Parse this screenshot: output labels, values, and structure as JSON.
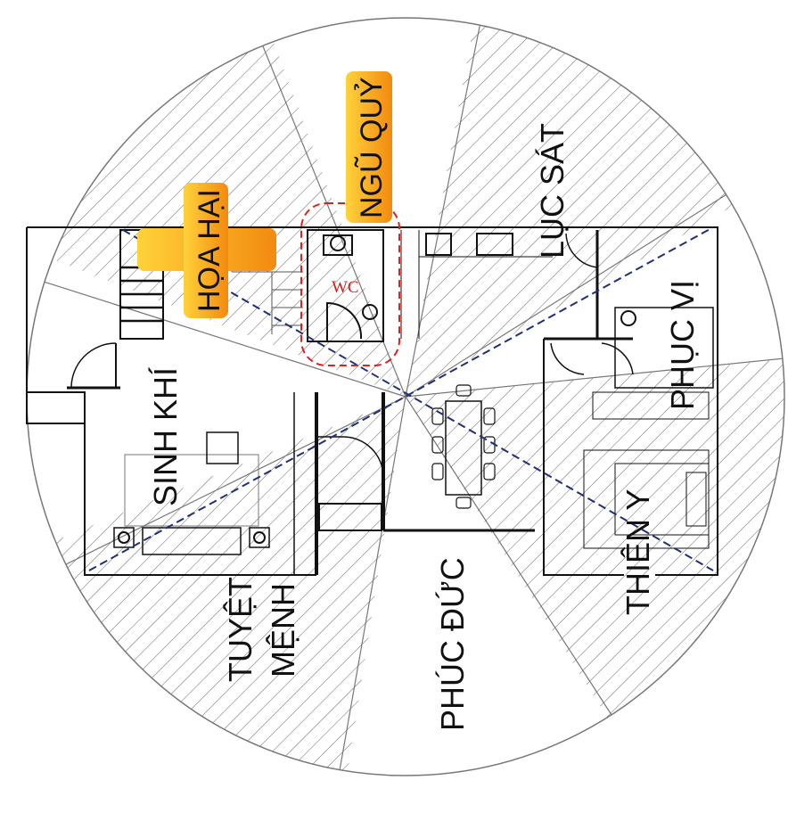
{
  "sectors": {
    "sinh_khi": "SINH KHÍ",
    "tuyet_menh_line1": "TUYỆT",
    "tuyet_menh_line2": "MỆNH",
    "phuc_duc": "PHÚC ĐỨC",
    "thien_y": "THIÊN Y",
    "phuc_vi": "PHỤC VỊ",
    "luc_sat": "LỤC SÁT",
    "ngu_quy": "NGŨ QUỶ",
    "hoa_hai": "HỌA HẠI"
  },
  "rooms": {
    "wc": "WC"
  },
  "colors": {
    "hatch": "#555555",
    "walls": "#111111",
    "diagonal": "#1f2f7a",
    "wc_outline": "#e0201a",
    "highlight_top": "#ffd23a",
    "highlight_bottom": "#f28a10"
  }
}
